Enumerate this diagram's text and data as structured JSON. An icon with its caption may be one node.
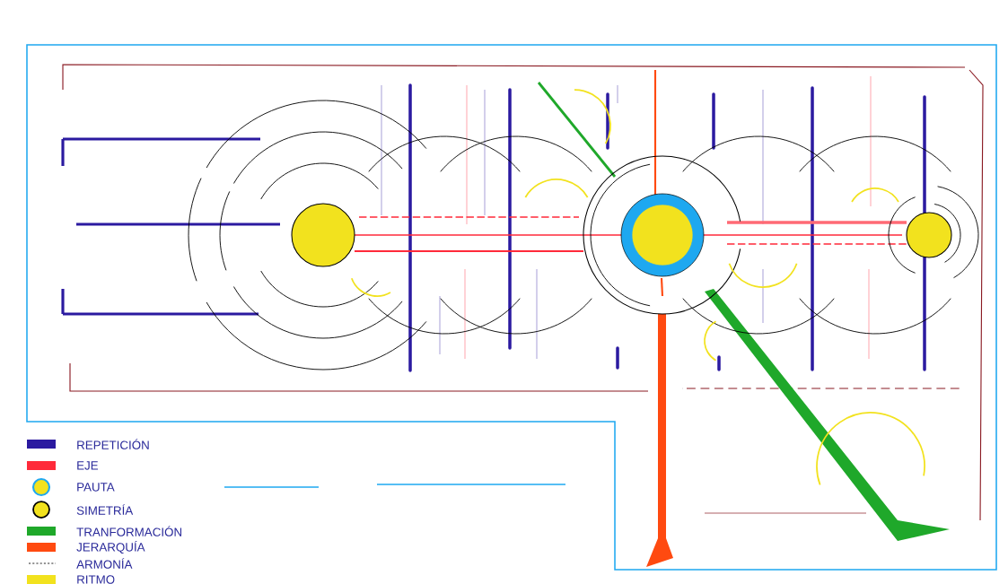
{
  "diagram": {
    "legend": [
      {
        "text": "REPETICIÓN",
        "color": "#2b1aa0"
      },
      {
        "text": "EJE",
        "color": "#ff2a3a"
      },
      {
        "text": "PAUTA"
      },
      {
        "text": "SIMETRÍA"
      },
      {
        "text": "TRANFORMACIÓN",
        "color": "#1fa82a"
      },
      {
        "text": "JERARQUÍA",
        "color": "#ff4a10"
      },
      {
        "text": "ARMONÍA"
      },
      {
        "text": "RITMO",
        "color": "#f2e21e"
      }
    ]
  }
}
